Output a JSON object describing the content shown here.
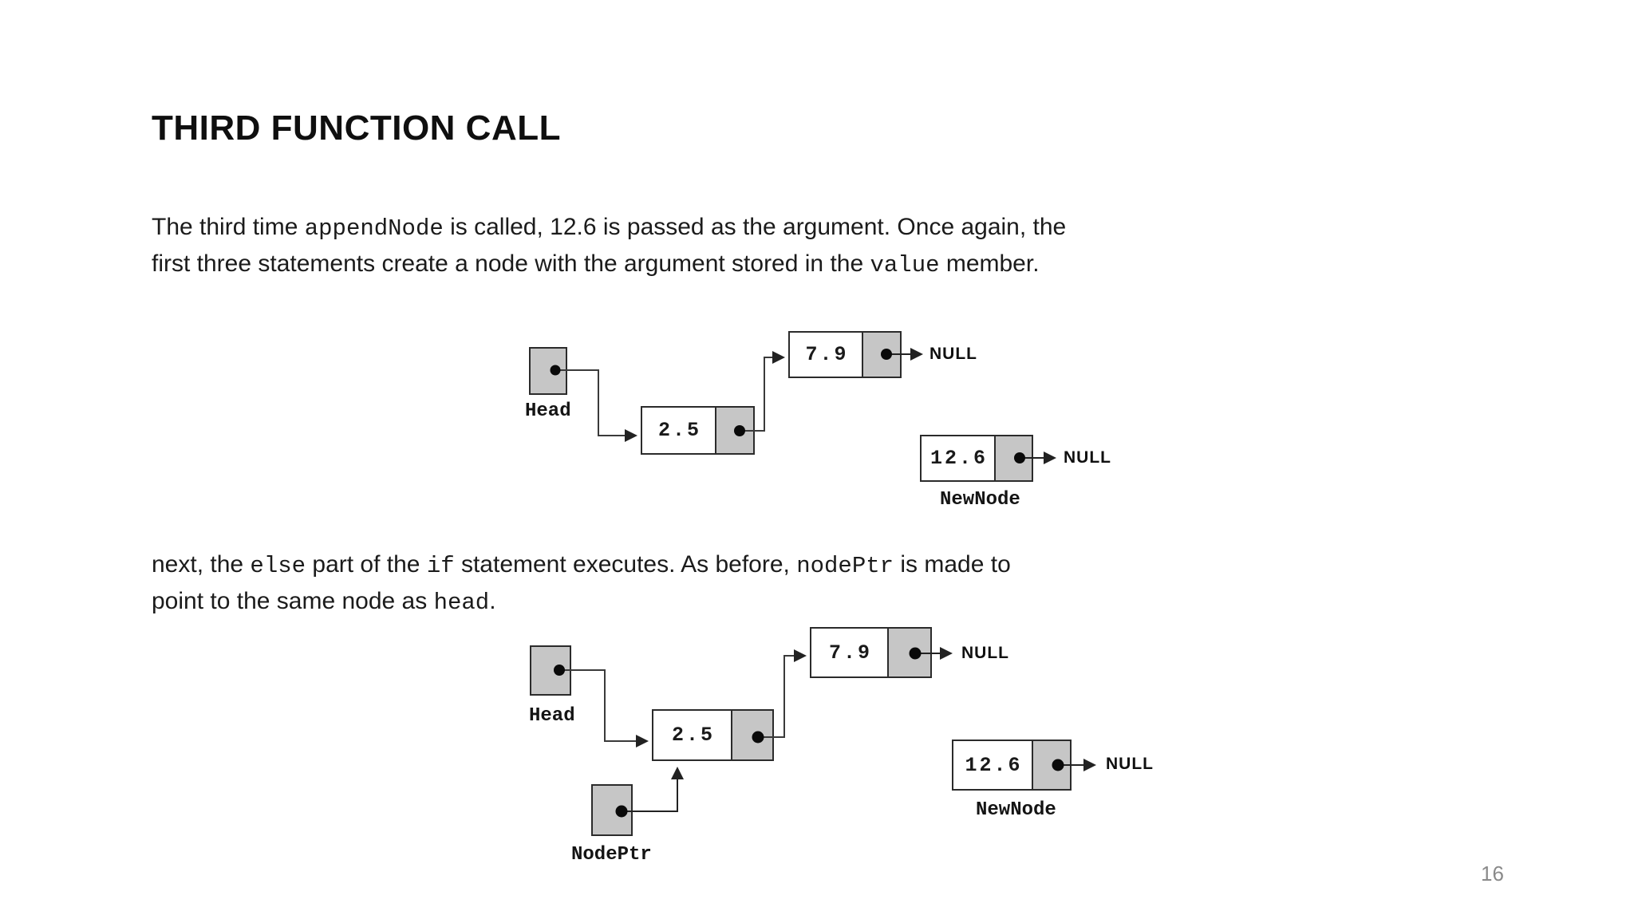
{
  "slide": {
    "title": "THIRD FUNCTION CALL",
    "page_number": "16"
  },
  "paragraphs": {
    "p1": {
      "segments": [
        {
          "text": "The third time ",
          "mono": false
        },
        {
          "text": "appendNode",
          "mono": true
        },
        {
          "text": " is called, 12.6 is passed as the argument. Once again, the",
          "mono": false
        },
        {
          "br": true
        },
        {
          "text": "first three statements create a node with the argument stored in the ",
          "mono": false
        },
        {
          "text": "value",
          "mono": true
        },
        {
          "text": " member.",
          "mono": false
        }
      ]
    },
    "p2": {
      "segments": [
        {
          "text": "next, the ",
          "mono": false
        },
        {
          "text": "else",
          "mono": true
        },
        {
          "text": " part of the ",
          "mono": false
        },
        {
          "text": "if",
          "mono": true
        },
        {
          "text": " statement executes. As before, ",
          "mono": false
        },
        {
          "text": "nodePtr",
          "mono": true
        },
        {
          "text": " is made to",
          "mono": false
        },
        {
          "br": true
        },
        {
          "text": "point to the same node as ",
          "mono": false
        },
        {
          "text": "head",
          "mono": true
        },
        {
          "text": ".",
          "mono": false
        }
      ]
    }
  },
  "diagram1": {
    "head_label": "Head",
    "node1_value": "2.5",
    "node2_value": "7.9",
    "node2_null": "NULL",
    "newnode_value": "12.6",
    "newnode_null": "NULL",
    "newnode_label": "NewNode"
  },
  "diagram2": {
    "head_label": "Head",
    "nodeptr_label": "NodePtr",
    "node1_value": "2.5",
    "node2_value": "7.9",
    "node2_null": "NULL",
    "newnode_value": "12.6",
    "newnode_null": "NULL",
    "newnode_label": "NewNode"
  }
}
